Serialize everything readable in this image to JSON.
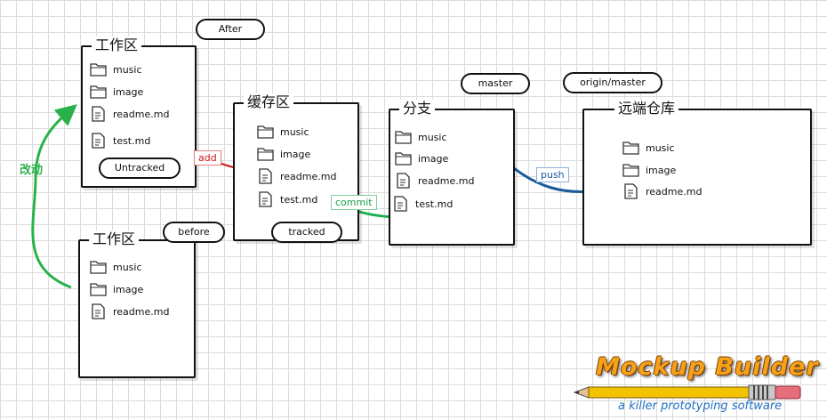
{
  "workspace_after": {
    "title": "工作区",
    "items": [
      "music",
      "image",
      "readme.md",
      "test.md"
    ],
    "bubble": "After",
    "status_bubble": "Untracked"
  },
  "workspace_before": {
    "title": "工作区",
    "items": [
      "music",
      "image",
      "readme.md"
    ],
    "bubble": "before"
  },
  "stage": {
    "title": "缓存区",
    "items": [
      "music",
      "image",
      "readme.md",
      "test.md"
    ],
    "status_bubble": "tracked"
  },
  "branch": {
    "title": "分支",
    "items": [
      "music",
      "image",
      "readme.md",
      "test.md"
    ],
    "bubble": "master"
  },
  "remote": {
    "title": "远端仓库",
    "items": [
      "music",
      "image",
      "readme.md"
    ],
    "bubble": "origin/master"
  },
  "arrows": {
    "modify_label": "改动",
    "add_label": "add",
    "commit_label": "commit",
    "push_label": "push"
  },
  "colors": {
    "modify": "#2ab24a",
    "add": "#cc1111",
    "commit": "#18b050",
    "push": "#1a5a9a"
  },
  "logo": {
    "title": "Mockup Builder",
    "subtitle": "a killer prototyping software"
  }
}
